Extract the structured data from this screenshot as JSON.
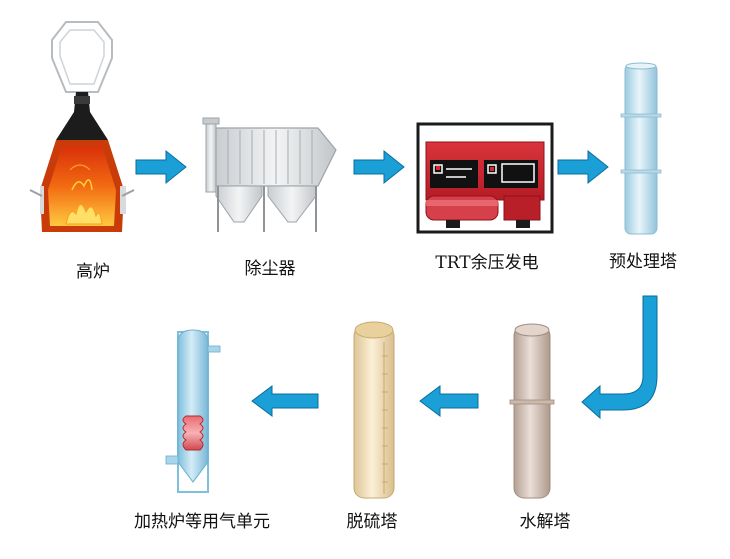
{
  "stages": [
    {
      "id": "blast-furnace",
      "label": "高炉"
    },
    {
      "id": "dust-collector",
      "label": "除尘器"
    },
    {
      "id": "trt",
      "label": "TRT余压发电"
    },
    {
      "id": "pretreatment-tower",
      "label": "预处理塔"
    },
    {
      "id": "hydrolysis-tower",
      "label": "水解塔"
    },
    {
      "id": "desulfurization-tower",
      "label": "脱硫塔"
    },
    {
      "id": "heating-furnace",
      "label": "加热炉等用气单元"
    }
  ],
  "colors": {
    "arrow_fill": "#1a9fd6",
    "arrow_stroke": "#0b6e9c",
    "furnace_fire": "#ef5a0c",
    "trt_red": "#cf2630",
    "hydrolysis_body": "#ccb8ab",
    "desulfurization_body": "#f1dfb9",
    "pretreatment_body": "#c6e2f0",
    "heater_body": "#a9d5ea"
  }
}
